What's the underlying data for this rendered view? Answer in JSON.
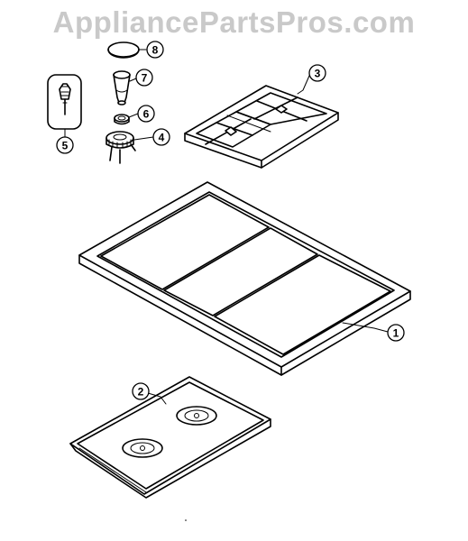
{
  "watermark": "AppliancePartsPros.com",
  "callouts": [
    {
      "id": "1",
      "label": "1"
    },
    {
      "id": "2",
      "label": "2"
    },
    {
      "id": "3",
      "label": "3"
    },
    {
      "id": "4",
      "label": "4"
    },
    {
      "id": "5",
      "label": "5"
    },
    {
      "id": "6",
      "label": "6"
    },
    {
      "id": "7",
      "label": "7"
    },
    {
      "id": "8",
      "label": "8"
    }
  ]
}
